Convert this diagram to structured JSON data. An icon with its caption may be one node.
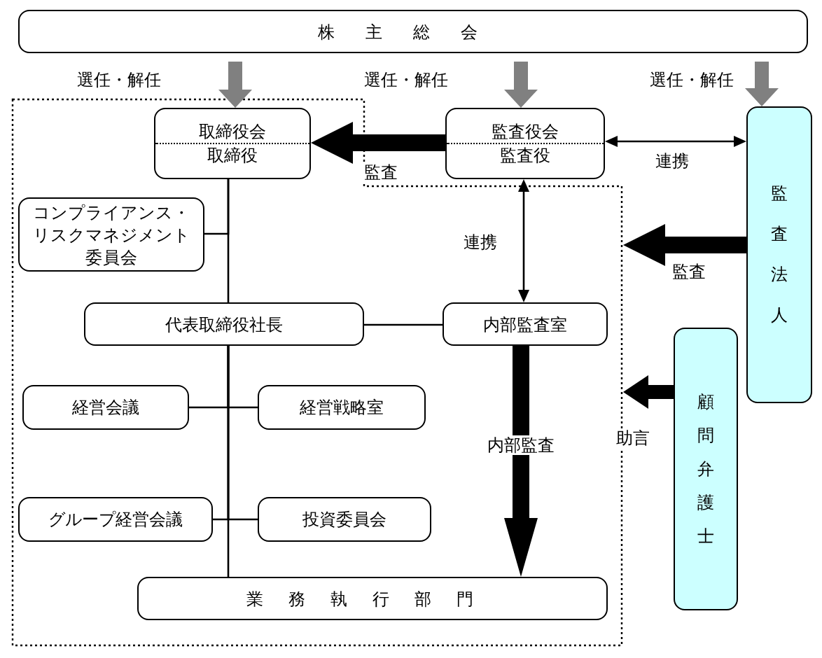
{
  "diagram": {
    "nodes": [
      {
        "text": [
          "株主総会"
        ]
      },
      {
        "text": [],
        "shape": "box"
      },
      {
        "text": [
          "取締役会",
          "取締役"
        ],
        "in": 1
      },
      {
        "text": [
          "監査役会",
          "監査役"
        ]
      },
      {
        "text": [
          "監査法人"
        ]
      },
      {
        "text": [
          "コンプライアンス・リスクマネジメント委員会"
        ],
        "in": 1
      },
      {
        "text": [
          "代表取締役社長"
        ],
        "in": 1
      },
      {
        "text": [
          "内部監査室"
        ],
        "in": 1
      },
      {
        "text": [
          "経営会議"
        ],
        "in": 1
      },
      {
        "text": [
          "経営戦略室"
        ],
        "in": 1
      },
      {
        "text": [
          "グループ経営会議"
        ],
        "in": 1
      },
      {
        "text": [
          "投資委員会"
        ],
        "in": 1
      },
      {
        "text": [
          "顧問弁護士"
        ]
      },
      {
        "text": [
          "業務執行部門"
        ],
        "in": 1
      }
    ],
    "edges": [
      {
        "from": 0,
        "to": 2,
        "arrow": "to",
        "label": "選任・解任",
        "style": "thick",
        "color": "#808080"
      },
      {
        "from": 0,
        "to": 3,
        "arrow": "to",
        "label": "選任・解任",
        "style": "thick",
        "color": "#808080"
      },
      {
        "from": 0,
        "to": 4,
        "arrow": "to",
        "label": "選任・解任",
        "style": "thick",
        "color": "#808080"
      },
      {
        "from": 3,
        "to": 2,
        "arrow": "to",
        "label": "監査",
        "style": "thick"
      },
      {
        "from": 3,
        "to": 4,
        "arrow": "both",
        "label": "連携"
      },
      {
        "from": 3,
        "to": 7,
        "arrow": "both",
        "label": "連携"
      },
      {
        "from": 4,
        "to": 1,
        "arrow": "to",
        "label": "監査",
        "style": "thick"
      },
      {
        "from": 12,
        "to": 1,
        "arrow": "to",
        "label": "助言",
        "style": "thick"
      },
      {
        "from": 7,
        "to": 13,
        "arrow": "to",
        "label": "内部監査",
        "style": "thick"
      },
      {
        "from": 2,
        "to": 5,
        "arrow": "none"
      },
      {
        "from": 2,
        "to": 6,
        "arrow": "none"
      },
      {
        "from": 6,
        "to": 7,
        "arrow": "none"
      },
      {
        "from": 6,
        "to": 8,
        "arrow": "none"
      },
      {
        "from": 6,
        "to": 9,
        "arrow": "none"
      },
      {
        "from": 6,
        "to": 10,
        "arrow": "none"
      },
      {
        "from": 6,
        "to": 11,
        "arrow": "none"
      },
      {
        "from": 6,
        "to": 13,
        "arrow": "none"
      }
    ]
  }
}
